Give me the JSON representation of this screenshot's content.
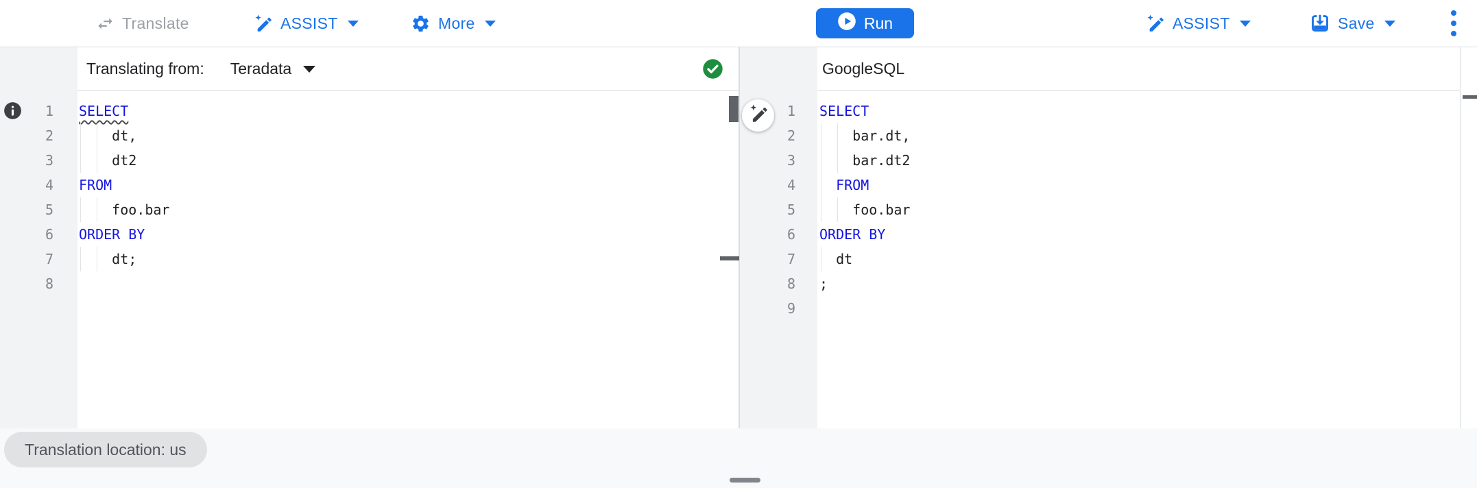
{
  "colors": {
    "accent_blue": "#1a73e8",
    "keyword_blue": "#1414e0",
    "success_green": "#1e8e3e",
    "disabled_gray": "#9aa0a6"
  },
  "icons": {
    "translate": "swap-horizontal-icon",
    "assist": "magic-pen-icon",
    "more": "gear-icon",
    "run": "play-circle-icon",
    "save": "save-icon",
    "overflow": "kebab-menu-icon",
    "source_status": "check-circle-icon",
    "source_line1_glyph": "info-icon",
    "assist_fab": "magic-pen-icon",
    "dropdown": "chevron-down-icon"
  },
  "toolbar": {
    "left": {
      "translate_label": "Translate",
      "assist_label": "ASSIST",
      "more_label": "More"
    },
    "right": {
      "run_label": "Run",
      "assist_label": "ASSIST",
      "save_label": "Save"
    }
  },
  "source_panel": {
    "header": {
      "prefix": "Translating from:",
      "dialect": "Teradata"
    },
    "editor": {
      "lines": [
        {
          "num": "1",
          "glyph": "info-icon",
          "segments": [
            {
              "text": "SELECT",
              "type": "keyword",
              "squiggle": true
            }
          ]
        },
        {
          "num": "2",
          "guides": [
            0,
            2
          ],
          "segments": [
            {
              "text": "    dt,",
              "type": "plain"
            }
          ]
        },
        {
          "num": "3",
          "guides": [
            0,
            2
          ],
          "segments": [
            {
              "text": "    dt2",
              "type": "plain"
            }
          ]
        },
        {
          "num": "4",
          "segments": [
            {
              "text": "FROM",
              "type": "keyword"
            }
          ]
        },
        {
          "num": "5",
          "guides": [
            0,
            2
          ],
          "segments": [
            {
              "text": "    foo.bar",
              "type": "plain"
            }
          ]
        },
        {
          "num": "6",
          "segments": [
            {
              "text": "ORDER BY",
              "type": "keyword"
            }
          ]
        },
        {
          "num": "7",
          "guides": [
            0,
            2
          ],
          "segments": [
            {
              "text": "    dt;",
              "type": "plain"
            }
          ]
        },
        {
          "num": "8",
          "segments": []
        }
      ]
    }
  },
  "target_panel": {
    "header": {
      "language": "GoogleSQL"
    },
    "editor": {
      "lines": [
        {
          "num": "1",
          "segments": [
            {
              "text": "SELECT",
              "type": "keyword"
            }
          ]
        },
        {
          "num": "2",
          "guides": [
            0,
            2
          ],
          "segments": [
            {
              "text": "    bar.dt,",
              "type": "plain"
            }
          ]
        },
        {
          "num": "3",
          "guides": [
            0,
            2
          ],
          "segments": [
            {
              "text": "    bar.dt2",
              "type": "plain"
            }
          ]
        },
        {
          "num": "4",
          "guides": [
            0
          ],
          "segments": [
            {
              "text": "  ",
              "type": "plain"
            },
            {
              "text": "FROM",
              "type": "keyword"
            }
          ]
        },
        {
          "num": "5",
          "guides": [
            0,
            2
          ],
          "segments": [
            {
              "text": "    foo.bar",
              "type": "plain"
            }
          ]
        },
        {
          "num": "6",
          "segments": [
            {
              "text": "ORDER BY",
              "type": "keyword"
            }
          ]
        },
        {
          "num": "7",
          "guides": [
            0
          ],
          "segments": [
            {
              "text": "  dt",
              "type": "plain"
            }
          ]
        },
        {
          "num": "8",
          "segments": [
            {
              "text": ";",
              "type": "plain"
            }
          ]
        },
        {
          "num": "9",
          "segments": []
        }
      ]
    }
  },
  "footer": {
    "location_chip": "Translation location: us"
  }
}
